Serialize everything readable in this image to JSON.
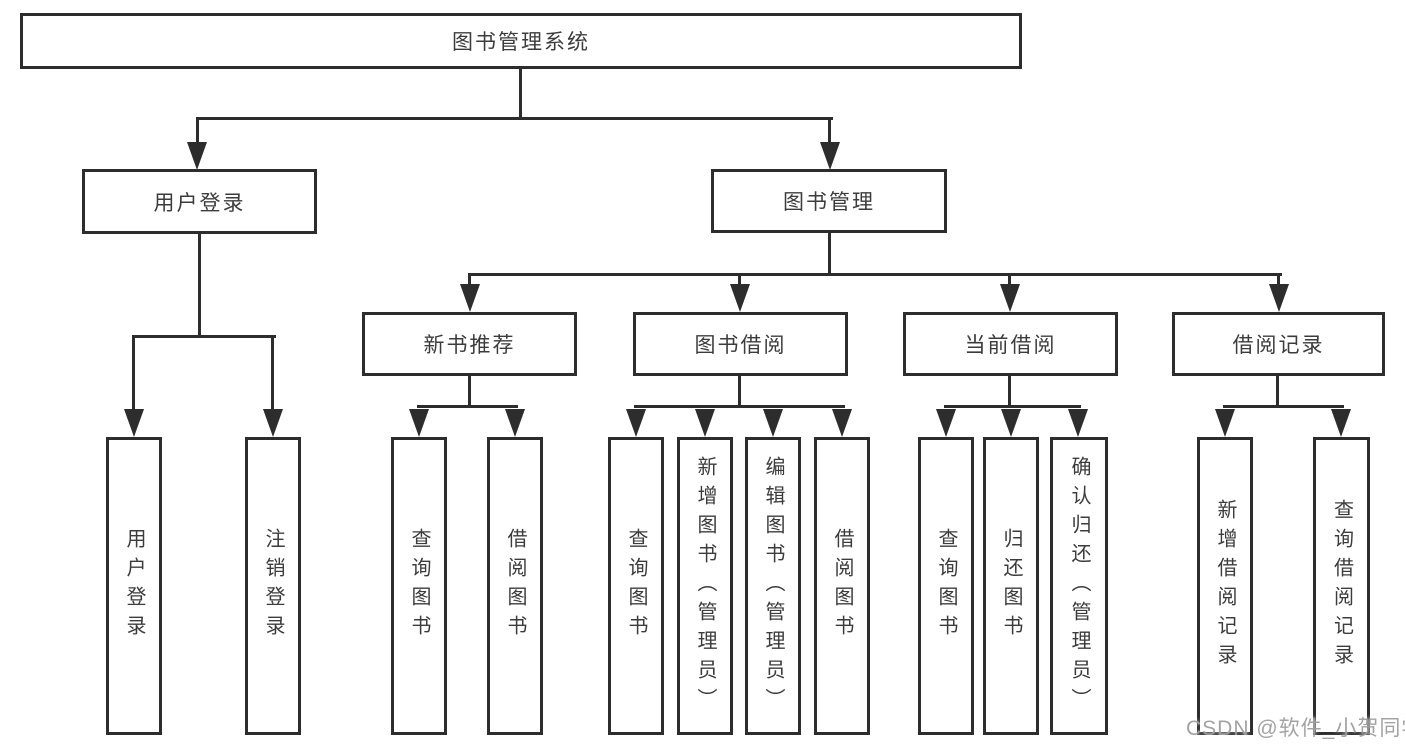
{
  "diagram": {
    "title": "图书管理系统",
    "watermark": "CSDN @软件_小贺同学",
    "colors": {
      "line": "#2d2d2d",
      "text": "#3c3c3c",
      "watermark": "#9e9e9e",
      "background": "#ffffff"
    },
    "root": {
      "label": "图书管理系统"
    },
    "level2": [
      {
        "label": "用户登录"
      },
      {
        "label": "图书管理"
      }
    ],
    "level3": [
      {
        "label": "新书推荐"
      },
      {
        "label": "图书借阅"
      },
      {
        "label": "当前借阅"
      },
      {
        "label": "借阅记录"
      }
    ],
    "leaves": {
      "user_login": [
        {
          "label": "用户登录"
        },
        {
          "label": "注销登录"
        }
      ],
      "new_book": [
        {
          "label": "查询图书"
        },
        {
          "label": "借阅图书"
        }
      ],
      "book_borrow": [
        {
          "label": "查询图书"
        },
        {
          "label": "新增图书（管理员）"
        },
        {
          "label": "编辑图书（管理员）"
        },
        {
          "label": "借阅图书"
        }
      ],
      "current_borrow": [
        {
          "label": "查询图书"
        },
        {
          "label": "归还图书"
        },
        {
          "label": "确认归还（管理员）"
        }
      ],
      "borrow_record": [
        {
          "label": "新增借阅记录"
        },
        {
          "label": "查询借阅记录"
        }
      ]
    }
  }
}
